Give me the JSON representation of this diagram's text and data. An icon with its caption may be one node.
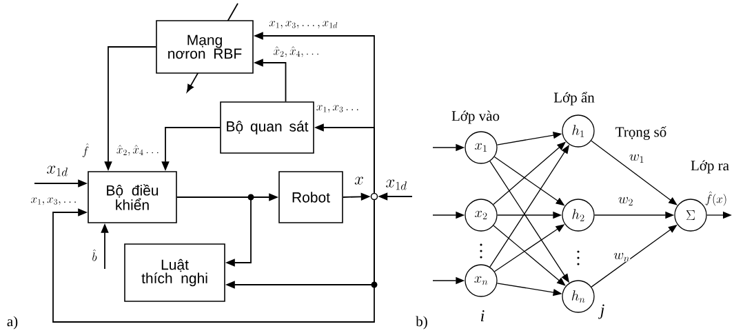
{
  "diagram": {
    "nodes": [
      {
        "text": [
          "Mạng nơron RBF"
        ]
      },
      {
        "text": [
          "Bộ quan sát"
        ]
      },
      {
        "text": [
          "Bộ điều khiển"
        ]
      },
      {
        "text": [
          "Robot"
        ]
      },
      {
        "text": [
          "Luật thích nghi"
        ]
      },
      {
        "text": [],
        "shape": "circle"
      },
      {
        "text": [
          "x_1"
        ]
      },
      {
        "text": [
          "x_2"
        ]
      },
      {
        "text": [
          "x_n"
        ],
        "beside": [
          "i"
        ]
      },
      {
        "text": [
          "h_1"
        ]
      },
      {
        "text": [
          "h_2"
        ]
      },
      {
        "text": [
          "h_n"
        ],
        "beside": [
          "j"
        ]
      },
      {
        "text": [
          "\\Sigma"
        ]
      }
    ],
    "edges": [
      {
        "from": null,
        "to": 2,
        "arrow": "to",
        "label": "x_{1d}"
      },
      {
        "from": 5,
        "to": 2,
        "arrow": "to",
        "label": "x_1 , x_3 , \\ldots"
      },
      {
        "from": null,
        "to": 2,
        "arrow": "to",
        "label": "\\hat{b}"
      },
      {
        "from": 0,
        "to": 2,
        "arrow": "to",
        "label": "\\hat{f}"
      },
      {
        "from": 1,
        "to": 2,
        "arrow": "to",
        "label": "\\hat{x}_2 , \\hat{x}_4 \\ldots"
      },
      {
        "from": 1,
        "to": 0,
        "arrow": "to",
        "label": "\\hat{x}_2 , \\hat{x}_4 , \\ldots"
      },
      {
        "from": 5,
        "to": 0,
        "arrow": "to",
        "label": "x_1 , x_3 , \\ldots , x_{1d}"
      },
      {
        "from": 5,
        "to": 1,
        "arrow": "to",
        "label": "x_1 , x_3 \\ldots"
      },
      {
        "from": 2,
        "to": 3,
        "arrow": "to"
      },
      {
        "from": 2,
        "to": 4,
        "arrow": "to"
      },
      {
        "from": 3,
        "to": 5,
        "arrow": "to",
        "label": "x"
      },
      {
        "from": null,
        "to": 5,
        "arrow": "to",
        "label": "x_{1d}"
      },
      {
        "from": 5,
        "to": 4,
        "arrow": "to"
      },
      {
        "from": null,
        "to": 6,
        "arrow": "to"
      },
      {
        "from": null,
        "to": 7,
        "arrow": "to"
      },
      {
        "from": null,
        "to": 8,
        "arrow": "to"
      },
      {
        "from": 6,
        "to": 9,
        "arrow": "to"
      },
      {
        "from": 6,
        "to": 10,
        "arrow": "to"
      },
      {
        "from": 6,
        "to": 11,
        "arrow": "to"
      },
      {
        "from": 7,
        "to": 9,
        "arrow": "to"
      },
      {
        "from": 7,
        "to": 10,
        "arrow": "to"
      },
      {
        "from": 7,
        "to": 11,
        "arrow": "to"
      },
      {
        "from": 8,
        "to": 9,
        "arrow": "to"
      },
      {
        "from": 8,
        "to": 10,
        "arrow": "to"
      },
      {
        "from": 8,
        "to": 11,
        "arrow": "to"
      },
      {
        "from": 9,
        "to": 12,
        "arrow": "to",
        "label": "w_1"
      },
      {
        "from": 10,
        "to": 12,
        "arrow": "to",
        "label": "w_2"
      },
      {
        "from": 11,
        "to": 12,
        "arrow": "to",
        "label": "w_n"
      },
      {
        "from": 12,
        "to": null,
        "arrow": "to",
        "label": "\\hat{f}(x)"
      }
    ],
    "labels": [
      "a)",
      "b)",
      "Lớp vào",
      "Lớp ẩn",
      "Trọng số",
      "Lớp ra"
    ]
  }
}
